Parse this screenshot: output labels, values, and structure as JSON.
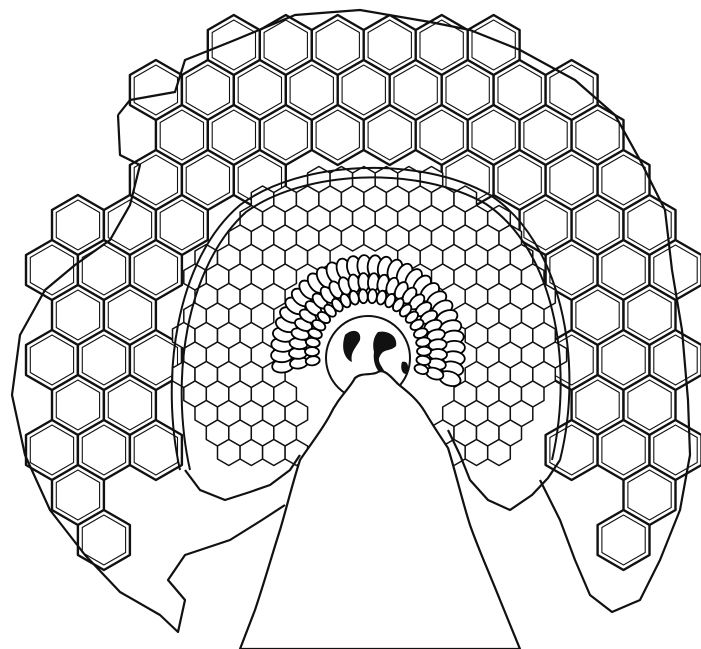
{
  "figure": {
    "colors": {
      "ink": "#111111",
      "paper": "#ffffff"
    },
    "shells": [
      {
        "name": "outer-hexagonal-shell",
        "style": "double-walled hexagons"
      },
      {
        "name": "middle-hexagonal-dome",
        "style": "single-walled hexagons"
      },
      {
        "name": "bead-ring",
        "style": "concentric oval beads"
      },
      {
        "name": "central-globe",
        "style": "earth-like sphere"
      }
    ]
  }
}
